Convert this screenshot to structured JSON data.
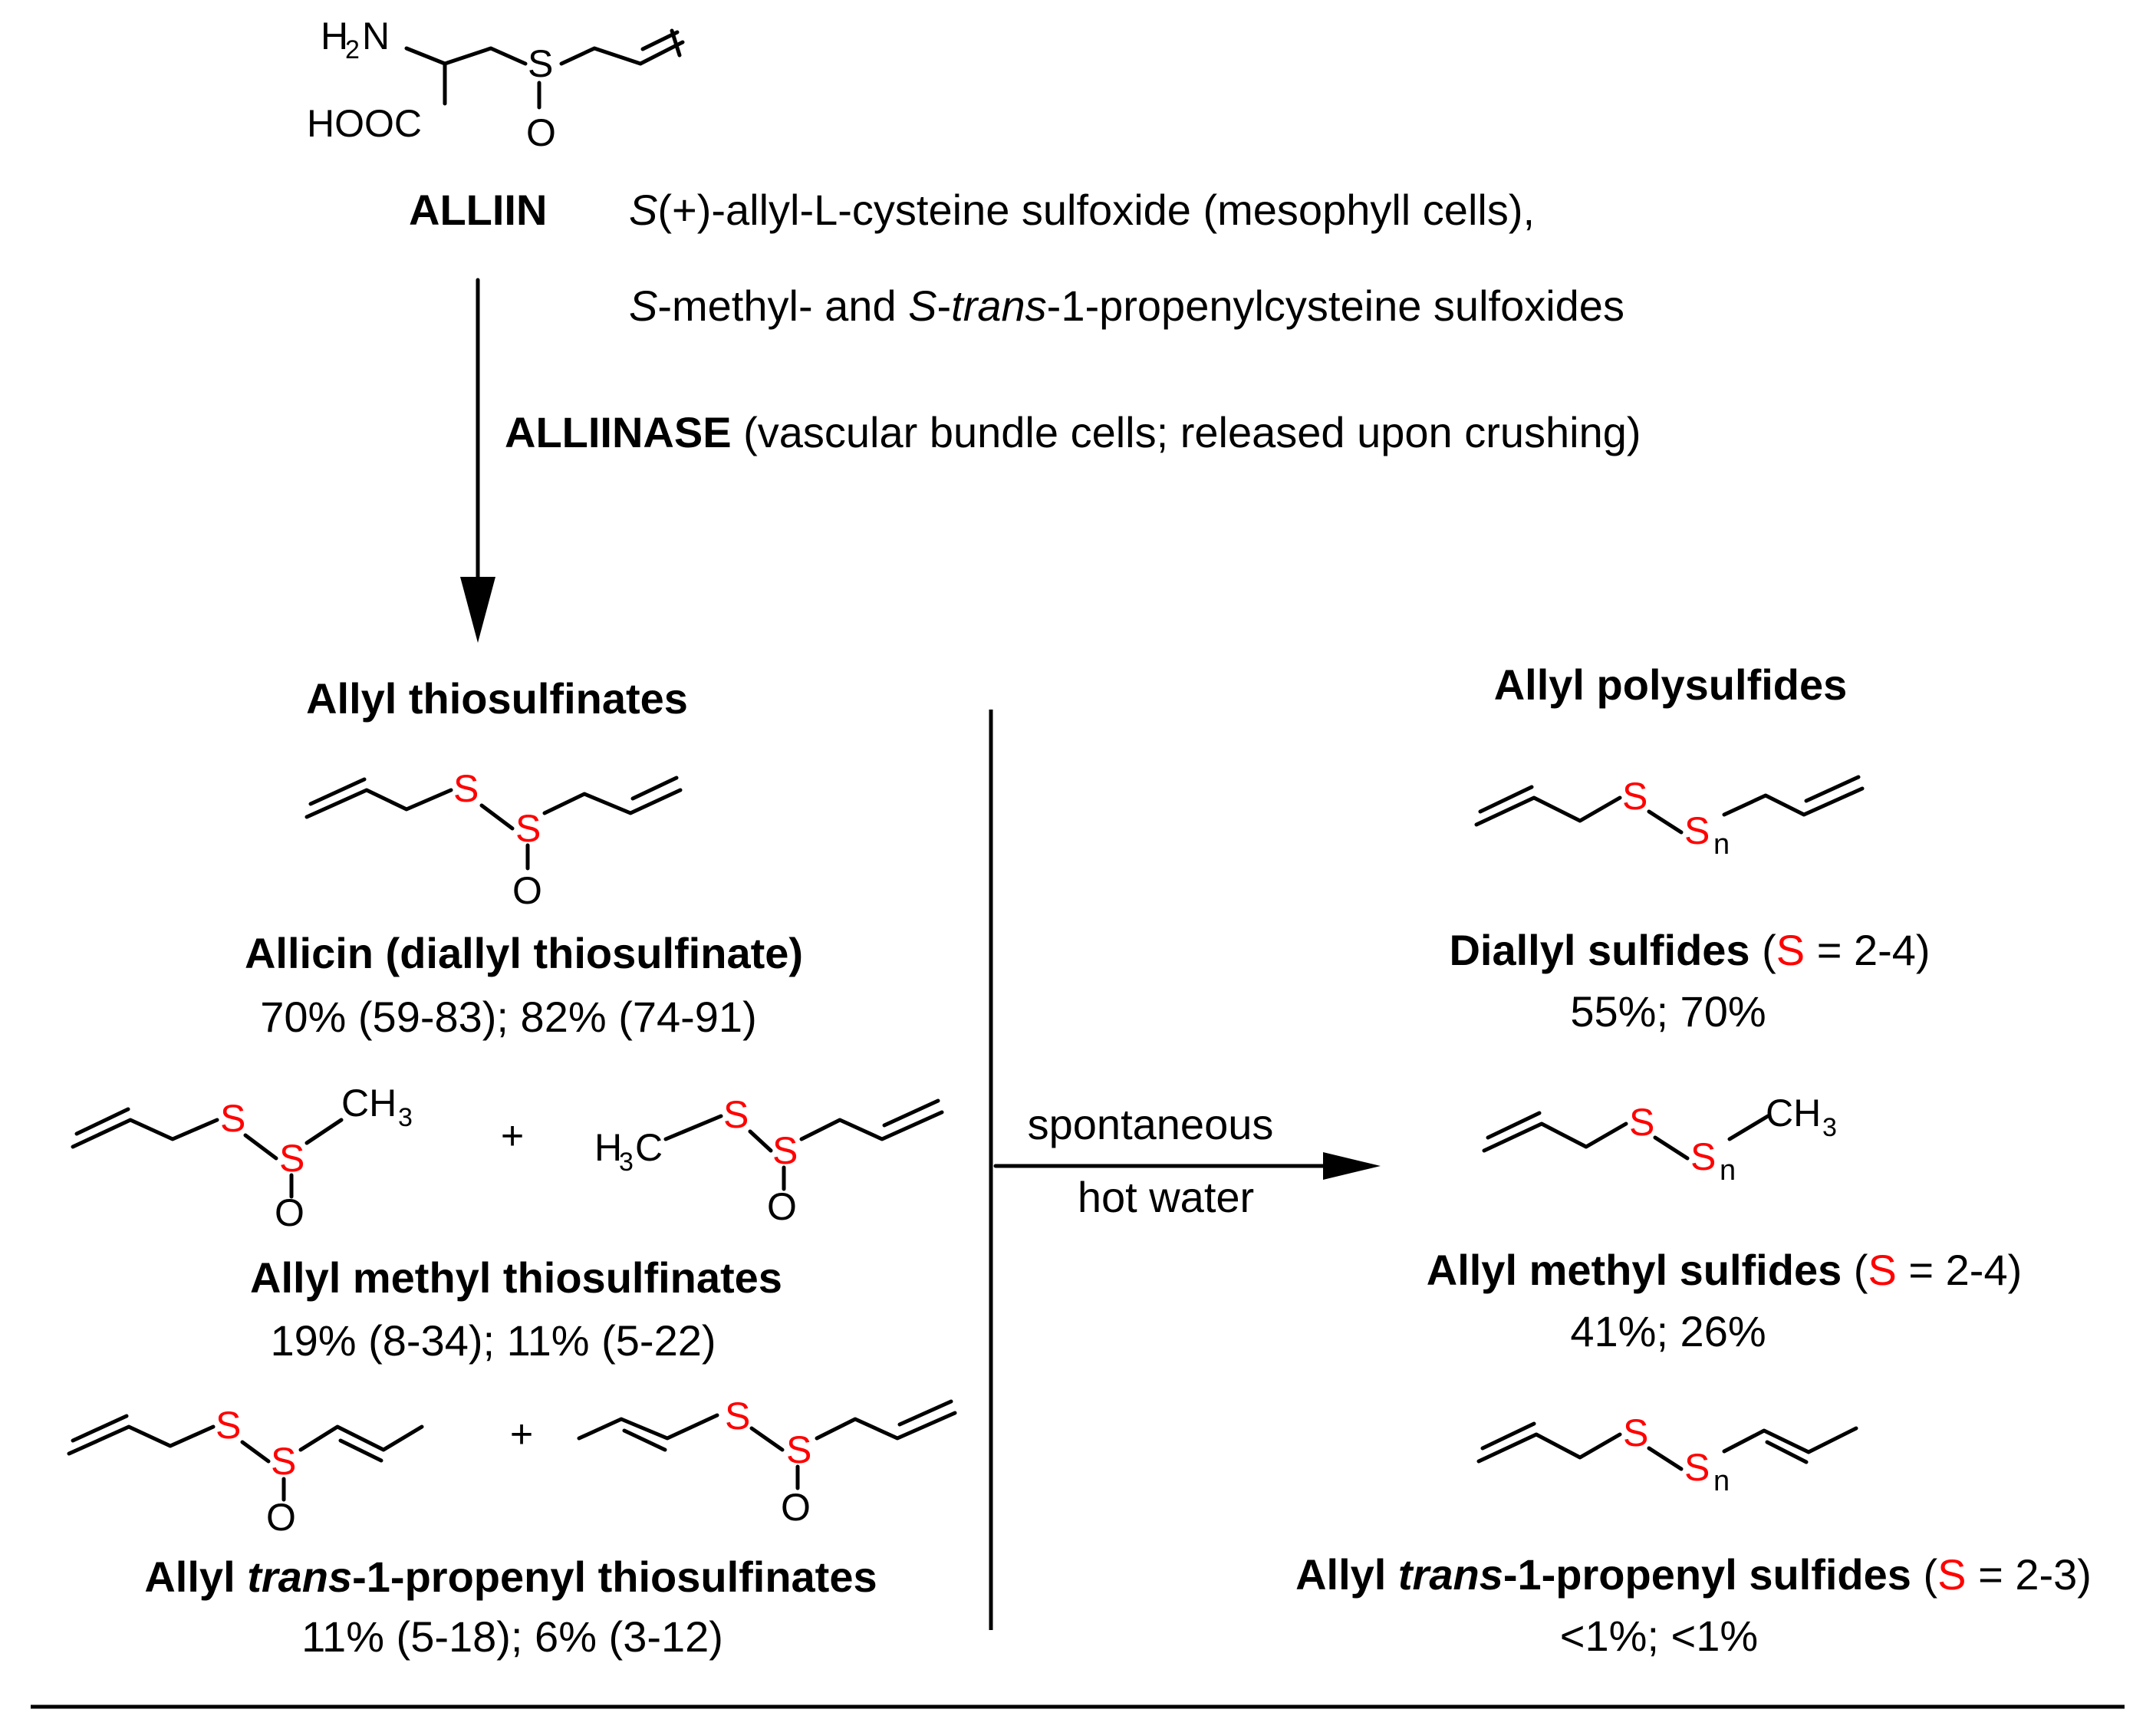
{
  "alliin": {
    "atoms": {
      "h2n_h": "H",
      "h2n_2": "2",
      "h2n_n": "N",
      "hooc": "HOOC",
      "s": "S",
      "o": "O"
    },
    "label": "ALLIIN",
    "desc_line1_s": "S",
    "desc_line1_rest": "(+)-allyl-L-cysteine sulfoxide  (mesophyll cells),",
    "desc_line2_s1": "S",
    "desc_line2_mid": "-methyl- and ",
    "desc_line2_s2": "S",
    "desc_line2_dash": "-",
    "desc_line2_trans": "trans",
    "desc_line2_rest": "-1-propenylcysteine sulfoxides"
  },
  "enzyme": {
    "name": "ALLIINASE",
    "note": " (vascular bundle cells; released upon crushing)"
  },
  "thiosulfinates": {
    "heading": "Allyl thiosulfinates",
    "allicin": {
      "atoms": {
        "s1": "S",
        "s2": "S",
        "o": "O"
      },
      "name": "Allicin (diallyl thiosulfinate)",
      "yields": "70% (59-83);  82% (74-91)"
    },
    "methyl": {
      "atoms_a": {
        "s1": "S",
        "s2": "S",
        "o": "O",
        "ch": "CH",
        "sub3": "3"
      },
      "plus": "+",
      "atoms_b": {
        "h": "H",
        "sub3": "3",
        "c": "C",
        "s1": "S",
        "s2": "S",
        "o": "O"
      },
      "name": "Allyl methyl thiosulfinates",
      "yields": "19% (8-34);  11% (5-22)"
    },
    "propenyl": {
      "atoms_a": {
        "s1": "S",
        "s2": "S",
        "o": "O"
      },
      "plus": "+",
      "atoms_b": {
        "s1": "S",
        "s2": "S",
        "o": "O"
      },
      "name_pre": "Allyl ",
      "name_it": "trans",
      "name_post": "-1-propenyl thiosulfinates",
      "yields": "11% (5-18);  6% (3-12)"
    }
  },
  "conversion": {
    "line1": "spontaneous",
    "line2": "hot water"
  },
  "polysulfides": {
    "heading": "Allyl polysulfides",
    "diallyl": {
      "atoms": {
        "s1": "S",
        "s2": "S",
        "n": "n"
      },
      "name": "Diallyl sulfides",
      "paren_open": " (",
      "s": "S",
      "range": " = 2-4)",
      "yields": "55%;  70%"
    },
    "methyl": {
      "atoms": {
        "s1": "S",
        "s2": "S",
        "n": "n",
        "ch": "CH",
        "sub3": "3"
      },
      "name": "Allyl methyl sulfides",
      "paren_open": " (",
      "s": "S",
      "range": " = 2-4)",
      "yields": "41%;  26%"
    },
    "propenyl": {
      "atoms": {
        "s1": "S",
        "s2": "S",
        "n": "n"
      },
      "name_pre": "Allyl ",
      "name_it": "trans",
      "name_post": "-1-propenyl sulfides",
      "paren_open": " (",
      "s": "S",
      "range": " = 2-3)",
      "yields": "<1%;  <1%"
    }
  },
  "colors": {
    "ink": "#000000",
    "sulfur_highlight": "#ff0000",
    "background": "#ffffff"
  }
}
